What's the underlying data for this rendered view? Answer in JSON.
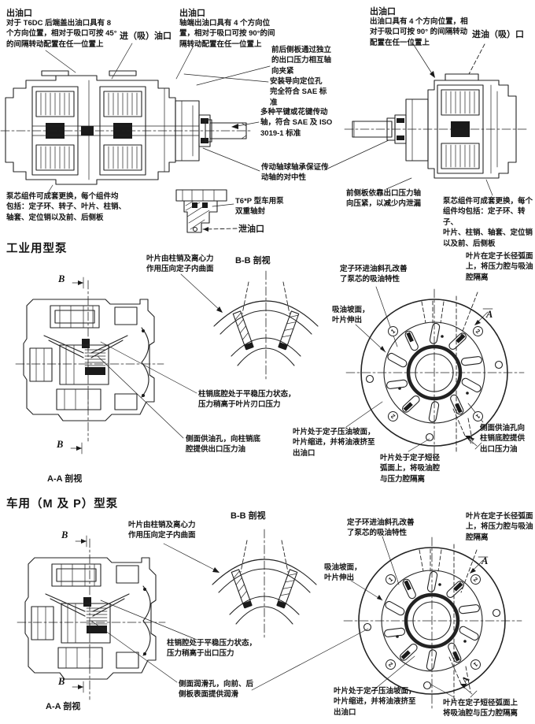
{
  "top": {
    "outlet_left_title": "出油口",
    "outlet_left_body": "对于 T6DC 后端盖出油口具有 8\n个方向位置，相对于吸口可按 45°\n的间隔转动配置在任一位置上",
    "inlet_left": "进（吸）油口",
    "outlet_mid_title": "出油口",
    "outlet_mid_body": "轴端出油口具有 4 个方向位\n置，相对于吸口可按 90°的间\n隔转动配置在任一位置上",
    "side_plates": "前后侧板通过独立\n的出口压力相互轴\n向夹紧",
    "pilot_holes": "安装导向定位孔\n完全符合 SAE 标\n准",
    "shaft_keys": "多种平键或花键传动\n轴，符合 SAE 及 ISO\n3019-1 标准",
    "bearing": "传动轴球轴承保证传\n动轴的对中性",
    "front_plate": "前侧板依靠出口压力轴\n向压紧，以减少内泄漏",
    "cartridge_left": "泵芯组件可成套更换，每个组件均\n包括：定子环、转子、叶片、柱销、\n轴套、定位销以及前、后侧板",
    "cartridge_right": "泵芯组件可成套更换，每个\n组件均包括：定子环、转子、\n叶片、柱销、轴套、定位销\n以及前、后侧板",
    "seal": "T6*P 型车用泵\n双重轴封",
    "drain": "泄油口",
    "outlet_right_title": "出油口",
    "outlet_right_body": "出油口具有 4 个方向位置，相\n对于吸口可按 90° 的间隔转动\n配置在任一位置上",
    "inlet_right": "进油（吸）口"
  },
  "industrial": {
    "heading": "工业用型泵",
    "bb_view": "B-B 剖视",
    "aa_view": "A-A 剖视",
    "vane_force": "叶片由柱销及离心力\n作用压向定子内曲面",
    "slant_holes": "定子环进油斜孔改善\n了泵芯的吸油特性",
    "long_arc": "叶片在定子长径弧面\n上，将压力腔与吸油\n腔隔离",
    "suction_ramp": "吸油坡面，\n叶片伸出",
    "pin_chamber": "柱销底腔处于平稳压力状态，\n压力稍高于叶片刃口压力",
    "side_supply": "侧面供油孔，向柱销底\n腔提供出口压力油",
    "pressure_ramp": "叶片处于定子压油坡面，\n叶片缩进，并将油液挤至\n出油口",
    "short_arc": "叶片处于定子短径\n弧面上，将吸油腔\n与压力腔隔离",
    "side_supply_right": "侧面供油孔向\n柱销底腔提供\n出口压力油",
    "marker_b": "B",
    "marker_a": "A",
    "zones": [
      "1",
      "2",
      "2",
      "1"
    ]
  },
  "vehicle": {
    "heading": "车用（M 及 P）型泵",
    "bb_view": "B-B 剖视",
    "aa_view": "A-A 剖视",
    "vane_force": "叶片由柱销及离心力\n作用压向定子内曲面",
    "slant_holes": "定子环进油斜孔改善\n了泵芯的吸油特性",
    "long_arc": "叶片在定子长径弧面\n上，将压力腔与吸油\n腔隔离",
    "suction_ramp": "吸油坡面，\n叶片伸出",
    "pin_chamber": "柱销腔处于平稳压力状态，\n压力稍高于出口压力",
    "side_lube": "侧面润滑孔，向前、后\n侧板表面提供润滑",
    "pressure_ramp": "叶片处于定子压油坡面，\n叶片缩进，并将油液挤至\n出油口",
    "short_arc": "叶片在定子短径弧面上\n将吸油腔与压力腔隔离",
    "marker_b": "B",
    "marker_a": "A",
    "zones": [
      "1",
      "2",
      "2",
      "1"
    ]
  }
}
